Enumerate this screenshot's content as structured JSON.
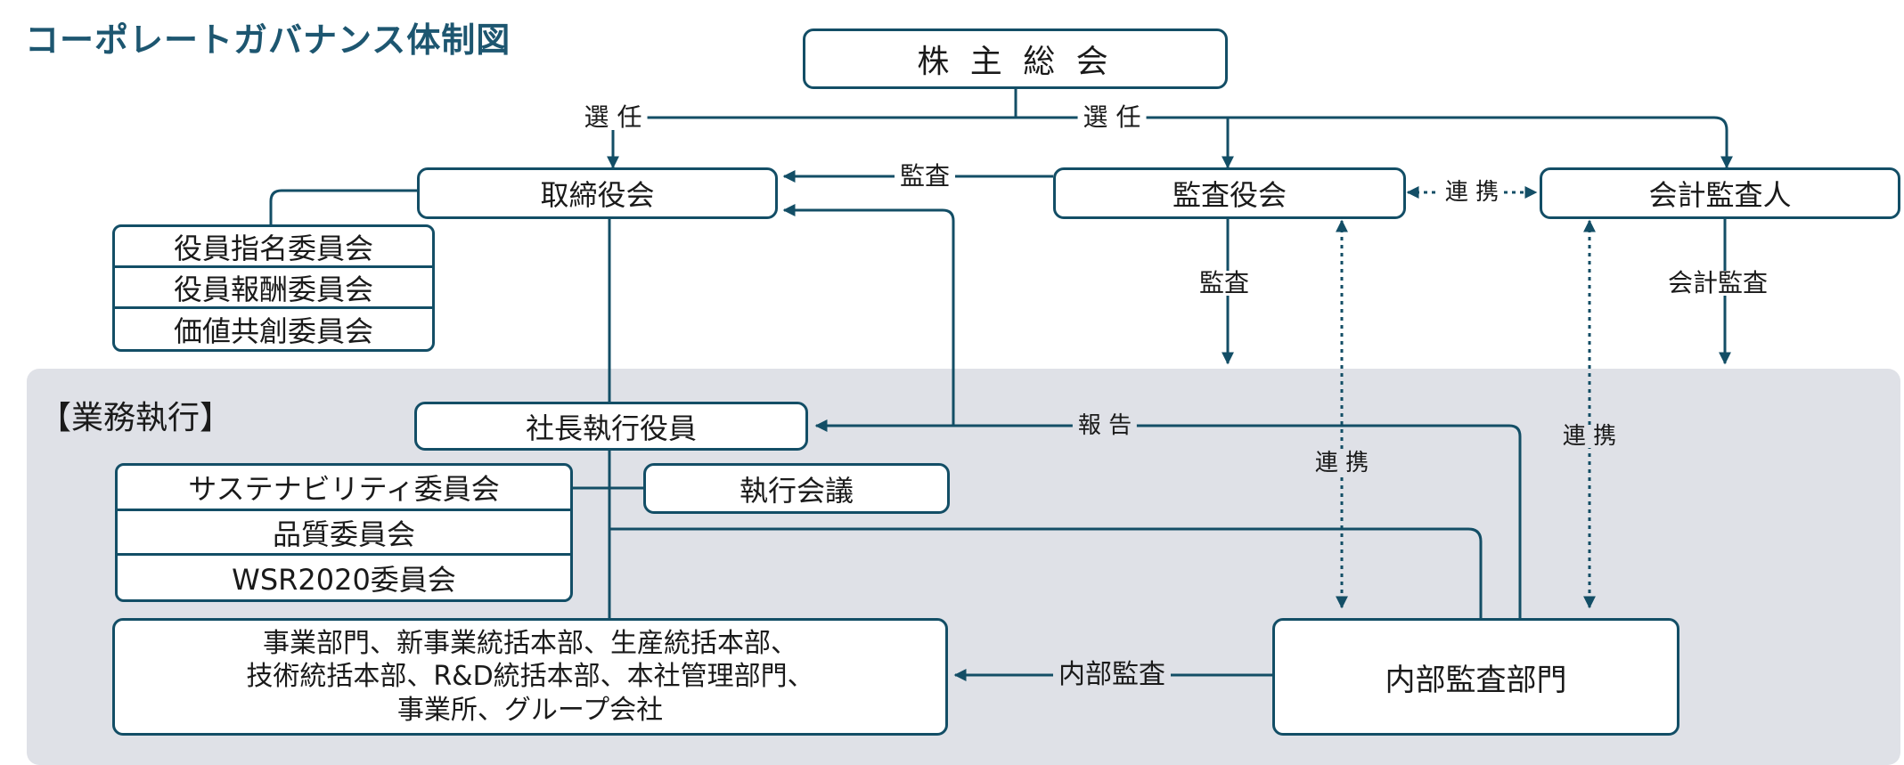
{
  "title": "コーポレートガバナンス体制図",
  "nodes": {
    "shareholders_meeting": "株 主 総 会",
    "board_of_directors": "取締役会",
    "audit_board": "監査役会",
    "accounting_auditor": "会計監査人",
    "president": "社長執行役員",
    "executive_meeting": "執行会議",
    "internal_audit_dept": "内部監査部門",
    "board_committees": [
      "役員指名委員会",
      "役員報酬委員会",
      "価値共創委員会"
    ],
    "exec_committees": [
      "サステナビリティ委員会",
      "品質委員会",
      "WSR2020委員会"
    ],
    "business_units": [
      "事業部門、新事業統括本部、生産統括本部、",
      "技術統括本部、R&D統括本部、本社管理部門、",
      "事業所、グループ会社"
    ]
  },
  "section_label": "【業務執行】",
  "edge_labels": {
    "elect_left": "選 任",
    "elect_right": "選 任",
    "audit_top": "監査",
    "coop_top": "連 携",
    "audit_down": "監査",
    "accounting_audit": "会計監査",
    "report": "報 告",
    "coop_mid": "連 携",
    "coop_right": "連 携",
    "internal_audit": "内部監査"
  },
  "colors": {
    "line": "#134e66",
    "title": "#1d5670",
    "panel": "#dfe1e7"
  }
}
